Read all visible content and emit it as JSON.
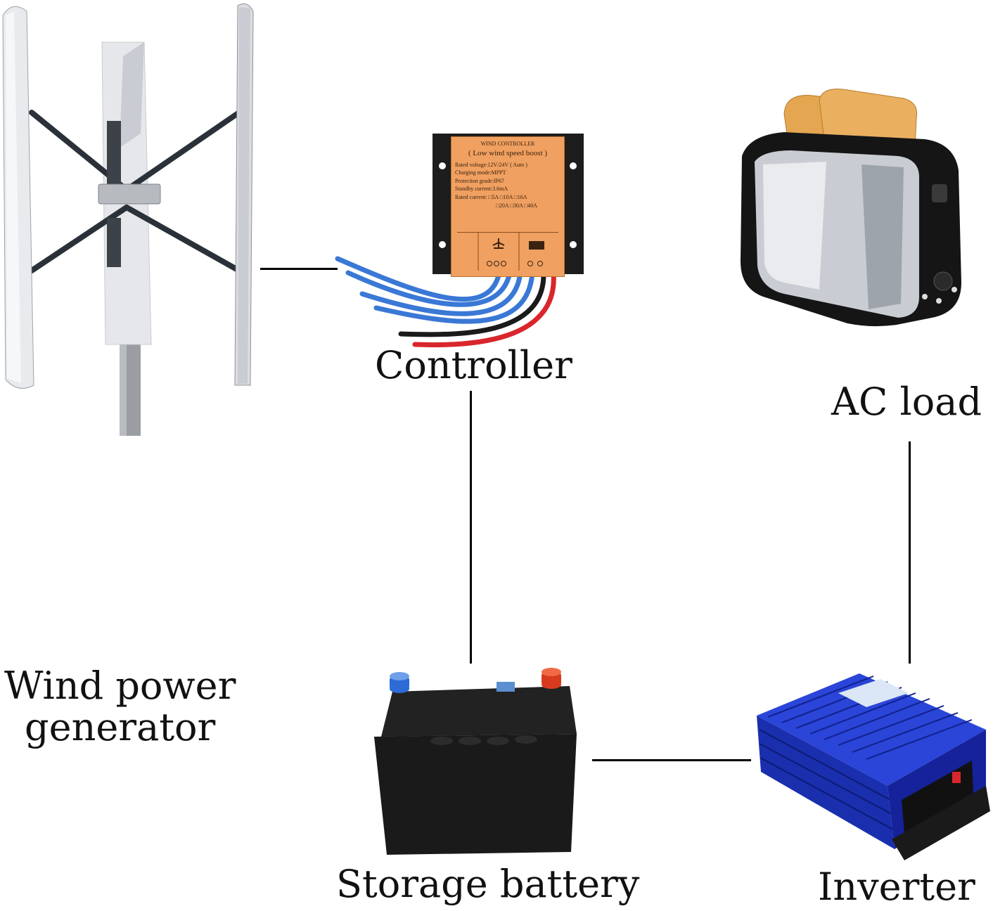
{
  "labels": {
    "controller": "Controller",
    "ac_load": "AC load",
    "generator_line1": "Wind power",
    "generator_line2": "generator",
    "battery": "Storage battery",
    "inverter": "Inverter"
  },
  "controller_panel": {
    "title": "WIND CONTROLLER",
    "subtitle": "( Low wind speed boost )",
    "spec_voltage": "Rated voltage:12V/24V ( Auto )",
    "spec_mode": "Charging mode:MPPT",
    "spec_protection": "Protection grade:IP67",
    "spec_standby": "Standby current:3.6mA",
    "spec_current_label": "Rated current:",
    "current_options_row1": [
      "5A",
      "10A",
      "16A"
    ],
    "current_options_row2": [
      "20A",
      "30A",
      "40A"
    ]
  },
  "colors": {
    "controller_orange": "#f0a060",
    "inverter_blue": "#1d35c8",
    "battery_body": "#1a1a1a",
    "wire_blue": "#3a78d6",
    "wire_red": "#d9262c",
    "terminal_blue": "#2d6bd6",
    "terminal_red": "#d83a1e"
  },
  "icons": {
    "turbine": "vertical-axis-wind-turbine",
    "controller": "charge-controller",
    "toaster": "toaster",
    "battery": "car-battery",
    "inverter": "power-inverter"
  }
}
